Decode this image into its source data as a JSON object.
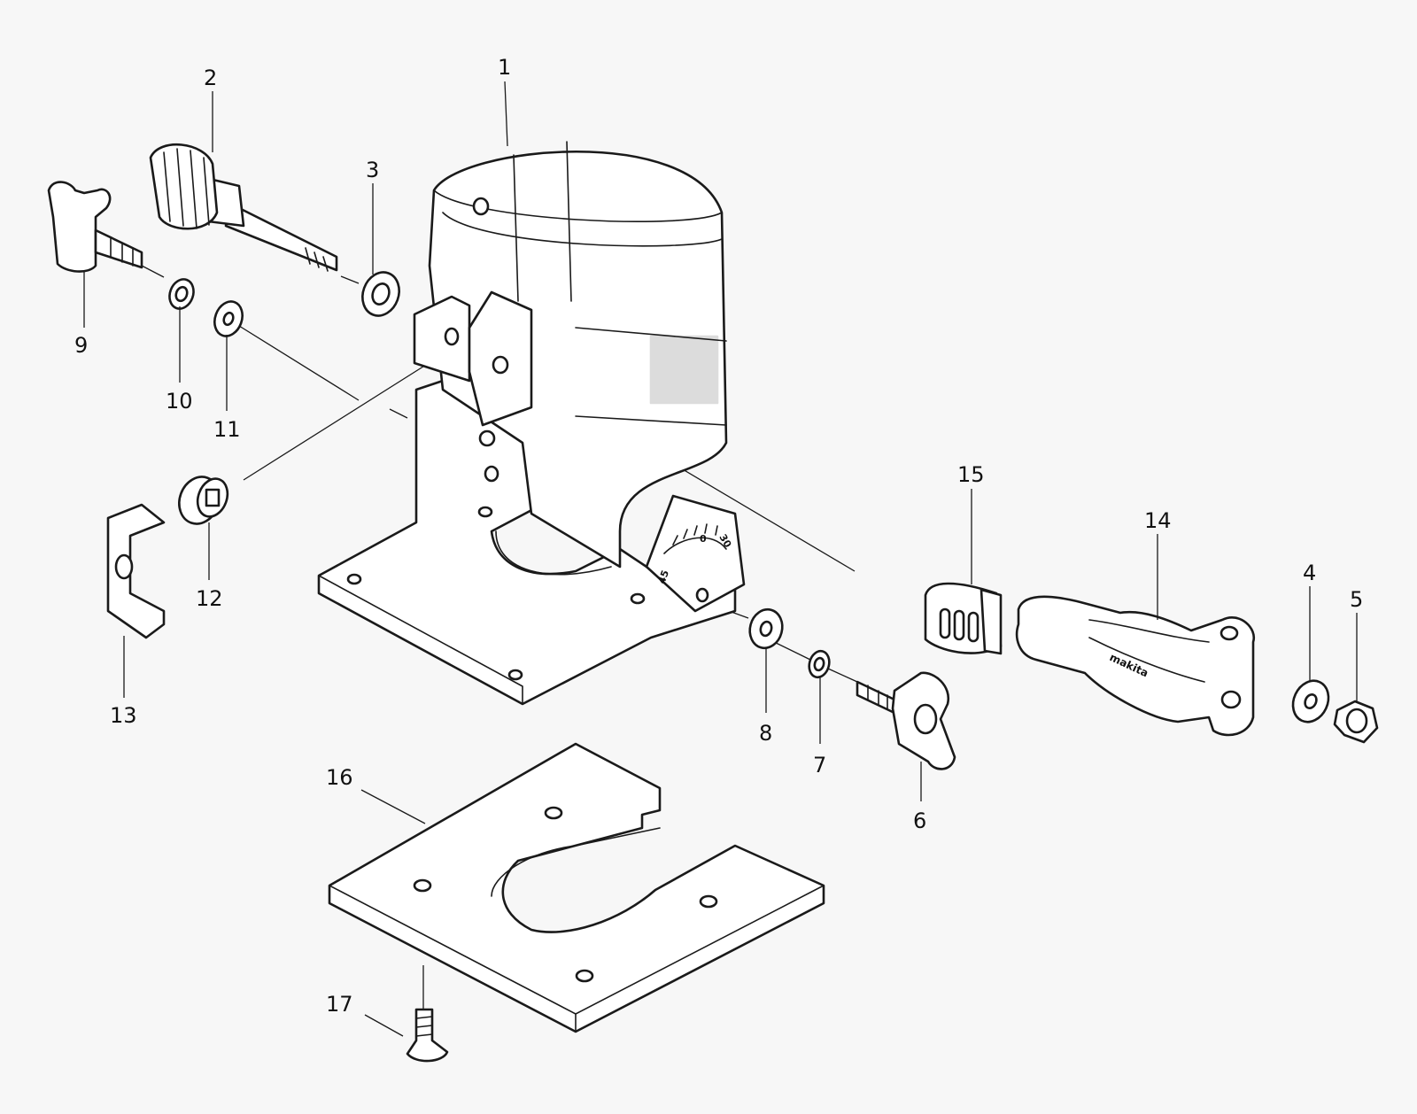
{
  "callouts": {
    "p1": "1",
    "p2": "2",
    "p3": "3",
    "p4": "4",
    "p5": "5",
    "p6": "6",
    "p7": "7",
    "p8": "8",
    "p9": "9",
    "p10": "10",
    "p11": "11",
    "p12": "12",
    "p13": "13",
    "p14": "14",
    "p15": "15",
    "p16": "16",
    "p17": "17"
  },
  "angle_scale": {
    "labels": [
      "45",
      "0",
      "30"
    ]
  },
  "brand_label": "makita"
}
